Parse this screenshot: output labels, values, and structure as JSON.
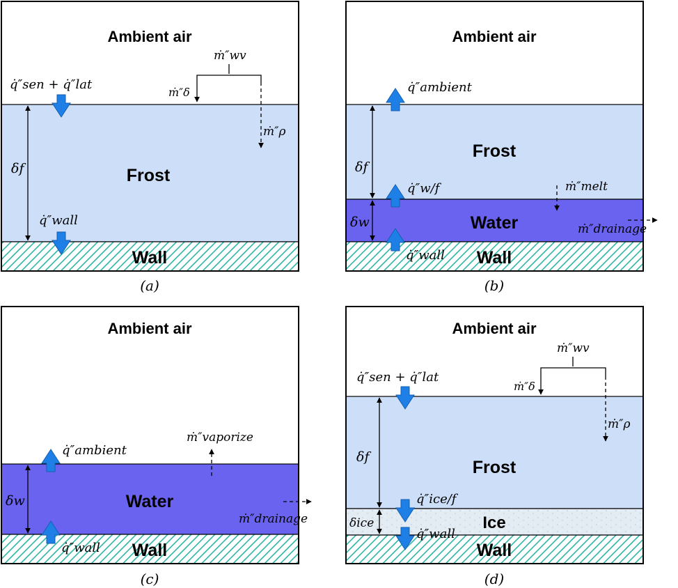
{
  "panels": {
    "a": {
      "caption": "(a)",
      "ambient_label": "Ambient air",
      "frost_label": "Frost",
      "wall_label": "Wall",
      "q_top": "q̇″sen + q̇″lat",
      "q_wall": "q̇″wall",
      "delta_f": "δf",
      "m_wv": "ṁ″wv",
      "m_delta": "ṁ″δ",
      "m_rho": "ṁ″ρ"
    },
    "b": {
      "caption": "(b)",
      "ambient_label": "Ambient air",
      "frost_label": "Frost",
      "water_label": "Water",
      "wall_label": "Wall",
      "q_ambient": "q̇″ambient",
      "q_wf": "q̇″w/f",
      "q_wall": "q̇″wall",
      "delta_f": "δf",
      "delta_w": "δw",
      "m_melt": "ṁ″melt",
      "m_drainage": "ṁ″drainage"
    },
    "c": {
      "caption": "(c)",
      "ambient_label": "Ambient air",
      "water_label": "Water",
      "wall_label": "Wall",
      "q_ambient": "q̇″ambient",
      "q_wall": "q̇″wall",
      "delta_w": "δw",
      "m_vaporize": "ṁ″vaporize",
      "m_drainage": "ṁ″drainage"
    },
    "d": {
      "caption": "(d)",
      "ambient_label": "Ambient air",
      "frost_label": "Frost",
      "ice_label": "Ice",
      "wall_label": "Wall",
      "q_top": "q̇″sen + q̇″lat",
      "q_icef": "q̇″ice/f",
      "q_wall": "q̇″wall",
      "delta_f": "δf",
      "delta_ice": "δice",
      "m_wv": "ṁ″wv",
      "m_delta": "ṁ″δ",
      "m_rho": "ṁ″ρ"
    }
  },
  "colors": {
    "frost": "#cddff8",
    "water": "#6a63ef",
    "ice": "#e3ebf3",
    "wall_hatch": "#2cb5a5",
    "arrow_fill": "#1e7fe6",
    "arrow_stroke": "#155fb0"
  },
  "icons": {
    "heat_flux": "block-arrow-icon",
    "mass_flux": "small-arrow-icon"
  }
}
